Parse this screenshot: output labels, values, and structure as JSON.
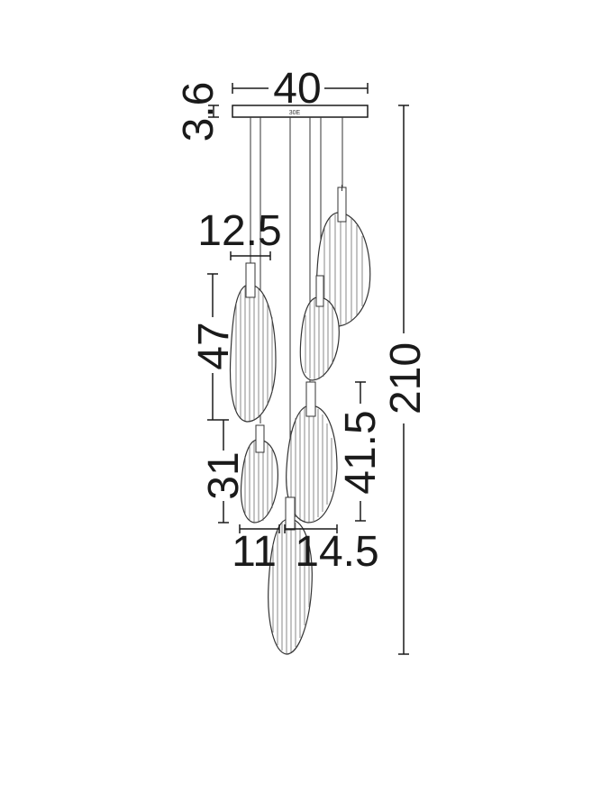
{
  "dimensions": {
    "canopy_width": "40",
    "canopy_height": "3.6",
    "pendant_large_width": "12.5",
    "pendant_large_height": "47",
    "pendant_small_height": "31",
    "pendant_medium_height": "41.5",
    "pendant_small_width": "11",
    "pendant_medium_width": "14.5",
    "total_height": "210"
  },
  "canopy_label": "30E",
  "colors": {
    "line": "#1a1a1a",
    "background": "#ffffff"
  }
}
